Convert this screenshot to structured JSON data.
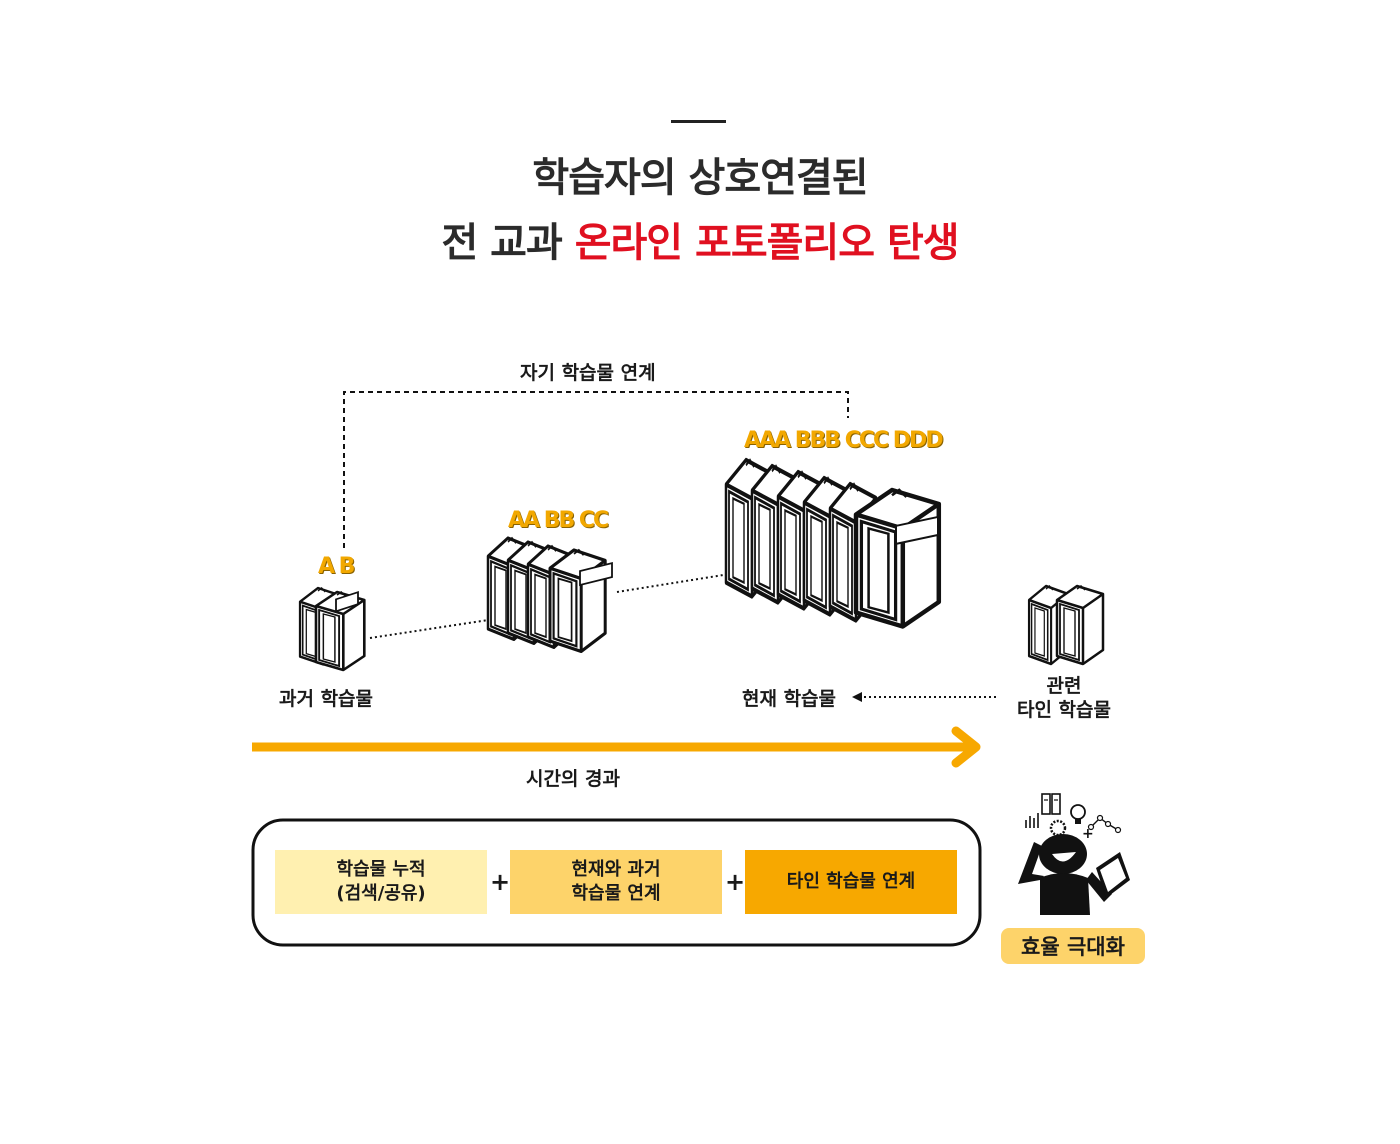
{
  "title": {
    "line1": "학습자의 상호연결된",
    "line2_plain": "전 교과 ",
    "line2_highlight": "온라인 포토폴리오 탄생"
  },
  "diagram": {
    "top_link_label": "자기 학습물 연계",
    "stack_small_letters": "A B",
    "stack_medium_letters": "AA BB CC",
    "stack_large_letters": "AAA BBB CCC DDD",
    "past_label": "과거 학습물",
    "current_label": "현재 학습물",
    "related_label_line1": "관련",
    "related_label_line2": "타인 학습물",
    "time_label": "시간의 경과"
  },
  "summary": {
    "box1_line1": "학습물 누적",
    "box1_line2": "(검색/공유)",
    "box2_line1": "현재와 과거",
    "box2_line2": "학습물 연계",
    "box3": "타인 학습물 연계",
    "plus": "+",
    "result_badge": "효율 극대화"
  },
  "colors": {
    "accent_red": "#e01020",
    "accent_yellow": "#f7a800",
    "box1": "#fff0b0",
    "box2": "#fdd36a",
    "box3": "#f7a800"
  },
  "icons": [
    "book-stack-icon",
    "arrow-right-icon",
    "thinking-person-icon"
  ]
}
